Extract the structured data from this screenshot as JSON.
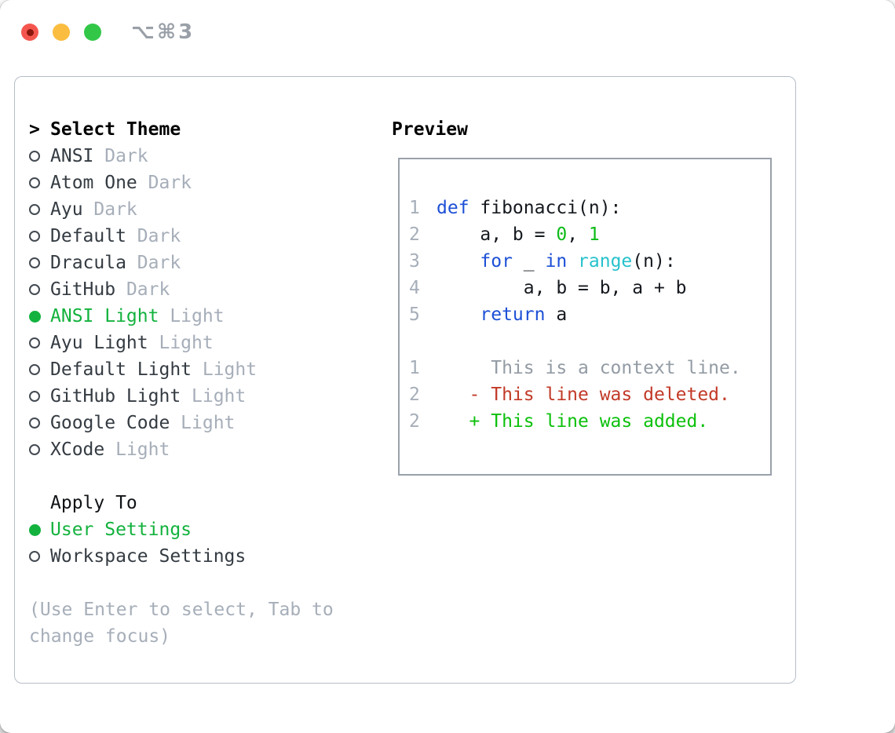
{
  "titlebar": {
    "hotkey": "⌥⌘3"
  },
  "theme_panel": {
    "prompt": ">",
    "title": "Select Theme",
    "themes": [
      {
        "name": "ANSI",
        "variant": "Dark",
        "selected": false
      },
      {
        "name": "Atom One",
        "variant": "Dark",
        "selected": false
      },
      {
        "name": "Ayu",
        "variant": "Dark",
        "selected": false
      },
      {
        "name": "Default",
        "variant": "Dark",
        "selected": false
      },
      {
        "name": "Dracula",
        "variant": "Dark",
        "selected": false
      },
      {
        "name": "GitHub",
        "variant": "Dark",
        "selected": false
      },
      {
        "name": "ANSI Light",
        "variant": "Light",
        "selected": true
      },
      {
        "name": "Ayu Light",
        "variant": "Light",
        "selected": false
      },
      {
        "name": "Default Light",
        "variant": "Light",
        "selected": false
      },
      {
        "name": "GitHub Light",
        "variant": "Light",
        "selected": false
      },
      {
        "name": "Google Code",
        "variant": "Light",
        "selected": false
      },
      {
        "name": "XCode",
        "variant": "Light",
        "selected": false
      }
    ],
    "apply_to": {
      "title": "Apply To",
      "options": [
        {
          "label": "User Settings",
          "selected": true
        },
        {
          "label": "Workspace Settings",
          "selected": false
        }
      ]
    },
    "help_lines": [
      "(Use Enter to select, Tab to",
      "change focus)"
    ]
  },
  "preview": {
    "title": "Preview",
    "code_lines": [
      {
        "num": "1",
        "tokens": [
          {
            "t": "def",
            "c": "keyword"
          },
          {
            "t": " fibonacci(n):",
            "c": "plain"
          }
        ]
      },
      {
        "num": "2",
        "tokens": [
          {
            "t": "    a, b = ",
            "c": "plain"
          },
          {
            "t": "0",
            "c": "number"
          },
          {
            "t": ", ",
            "c": "plain"
          },
          {
            "t": "1",
            "c": "number"
          }
        ]
      },
      {
        "num": "3",
        "tokens": [
          {
            "t": "    ",
            "c": "plain"
          },
          {
            "t": "for",
            "c": "keyword"
          },
          {
            "t": " _ ",
            "c": "plain"
          },
          {
            "t": "in",
            "c": "keyword"
          },
          {
            "t": " ",
            "c": "plain"
          },
          {
            "t": "range",
            "c": "builtin"
          },
          {
            "t": "(n):",
            "c": "plain"
          }
        ]
      },
      {
        "num": "4",
        "tokens": [
          {
            "t": "        a, b = b, a + b",
            "c": "plain"
          }
        ]
      },
      {
        "num": "5",
        "tokens": [
          {
            "t": "    ",
            "c": "plain"
          },
          {
            "t": "return",
            "c": "keyword"
          },
          {
            "t": " a",
            "c": "plain"
          }
        ]
      },
      {
        "num": "",
        "tokens": []
      },
      {
        "num": "1",
        "tokens": [
          {
            "t": "     This is a context line.",
            "c": "context"
          }
        ]
      },
      {
        "num": "2",
        "tokens": [
          {
            "t": "   ",
            "c": "plain"
          },
          {
            "t": "- This line was deleted.",
            "c": "deleted"
          }
        ]
      },
      {
        "num": "2",
        "tokens": [
          {
            "t": "   ",
            "c": "plain"
          },
          {
            "t": "+ This line was added.",
            "c": "added"
          }
        ]
      }
    ]
  },
  "colors": {
    "selection_green": "#13b23e",
    "keyword_blue": "#1d50d6",
    "builtin_cyan": "#26c2cd",
    "number_green": "#0cbb17",
    "added_green": "#0cc00c",
    "deleted_red": "#c23a28",
    "muted_gray": "#a6aeb9",
    "panel_border": "#b6bdc7",
    "preview_border": "#99a1ab",
    "traffic_red": "#f4564e",
    "traffic_yellow": "#fbbd40",
    "traffic_green": "#33c748"
  }
}
